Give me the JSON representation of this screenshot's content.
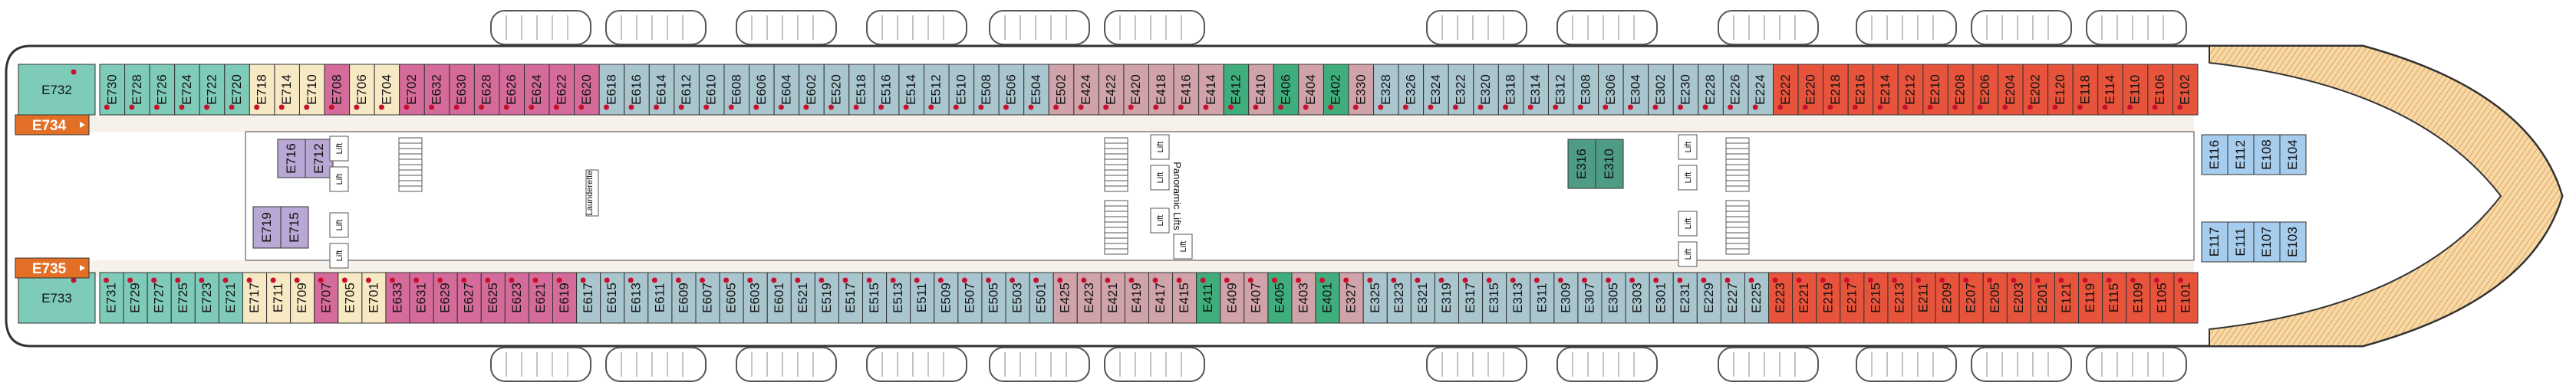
{
  "deck": {
    "top_row": [
      {
        "label": "E732",
        "cat": "teal"
      },
      {
        "label": "E730",
        "cat": "teal"
      },
      {
        "label": "E728",
        "cat": "teal"
      },
      {
        "label": "E726",
        "cat": "teal"
      },
      {
        "label": "E724",
        "cat": "teal"
      },
      {
        "label": "E722",
        "cat": "teal"
      },
      {
        "label": "E720",
        "cat": "teal"
      },
      {
        "label": "E718",
        "cat": "cream"
      },
      {
        "label": "E714",
        "cat": "cream"
      },
      {
        "label": "E710",
        "cat": "cream"
      },
      {
        "label": "E708",
        "cat": "pink"
      },
      {
        "label": "E706",
        "cat": "cream"
      },
      {
        "label": "E704",
        "cat": "cream"
      },
      {
        "label": "E702",
        "cat": "pink"
      },
      {
        "label": "E632",
        "cat": "pink"
      },
      {
        "label": "E630",
        "cat": "pink"
      },
      {
        "label": "E628",
        "cat": "pink"
      },
      {
        "label": "E626",
        "cat": "pink"
      },
      {
        "label": "E624",
        "cat": "pink"
      },
      {
        "label": "E622",
        "cat": "pink"
      },
      {
        "label": "E620",
        "cat": "pink"
      },
      {
        "label": "E618",
        "cat": "blue"
      },
      {
        "label": "E616",
        "cat": "blue"
      },
      {
        "label": "E614",
        "cat": "blue"
      },
      {
        "label": "E612",
        "cat": "blue"
      },
      {
        "label": "E610",
        "cat": "blue"
      },
      {
        "label": "E608",
        "cat": "blue"
      },
      {
        "label": "E606",
        "cat": "blue"
      },
      {
        "label": "E604",
        "cat": "blue"
      },
      {
        "label": "E602",
        "cat": "blue"
      },
      {
        "label": "E520",
        "cat": "blue"
      },
      {
        "label": "E518",
        "cat": "blue"
      },
      {
        "label": "E516",
        "cat": "blue"
      },
      {
        "label": "E514",
        "cat": "blue"
      },
      {
        "label": "E512",
        "cat": "blue"
      },
      {
        "label": "E510",
        "cat": "blue"
      },
      {
        "label": "E508",
        "cat": "blue"
      },
      {
        "label": "E506",
        "cat": "blue"
      },
      {
        "label": "E504",
        "cat": "blue"
      },
      {
        "label": "E502",
        "cat": "rose"
      },
      {
        "label": "E424",
        "cat": "rose"
      },
      {
        "label": "E422",
        "cat": "rose"
      },
      {
        "label": "E420",
        "cat": "rose"
      },
      {
        "label": "E418",
        "cat": "rose"
      },
      {
        "label": "E416",
        "cat": "rose"
      },
      {
        "label": "E414",
        "cat": "rose"
      },
      {
        "label": "E412",
        "cat": "green"
      },
      {
        "label": "E410",
        "cat": "rose"
      },
      {
        "label": "E406",
        "cat": "green"
      },
      {
        "label": "E404",
        "cat": "rose"
      },
      {
        "label": "E402",
        "cat": "green"
      },
      {
        "label": "E330",
        "cat": "rose"
      },
      {
        "label": "E328",
        "cat": "blue"
      },
      {
        "label": "E326",
        "cat": "blue"
      },
      {
        "label": "E324",
        "cat": "blue"
      },
      {
        "label": "E322",
        "cat": "blue"
      },
      {
        "label": "E320",
        "cat": "blue"
      },
      {
        "label": "E318",
        "cat": "blue"
      },
      {
        "label": "E314",
        "cat": "blue"
      },
      {
        "label": "E312",
        "cat": "blue"
      },
      {
        "label": "E308",
        "cat": "blue"
      },
      {
        "label": "E306",
        "cat": "blue"
      },
      {
        "label": "E304",
        "cat": "blue"
      },
      {
        "label": "E302",
        "cat": "blue"
      },
      {
        "label": "E230",
        "cat": "blue"
      },
      {
        "label": "E228",
        "cat": "blue"
      },
      {
        "label": "E226",
        "cat": "blue"
      },
      {
        "label": "E224",
        "cat": "blue"
      },
      {
        "label": "E222",
        "cat": "red"
      },
      {
        "label": "E220",
        "cat": "red"
      },
      {
        "label": "E218",
        "cat": "red"
      },
      {
        "label": "E216",
        "cat": "red"
      },
      {
        "label": "E214",
        "cat": "red"
      },
      {
        "label": "E212",
        "cat": "red"
      },
      {
        "label": "E210",
        "cat": "red"
      },
      {
        "label": "E208",
        "cat": "red"
      },
      {
        "label": "E206",
        "cat": "red"
      },
      {
        "label": "E204",
        "cat": "red"
      },
      {
        "label": "E202",
        "cat": "red"
      },
      {
        "label": "E120",
        "cat": "red"
      },
      {
        "label": "E118",
        "cat": "red"
      },
      {
        "label": "E114",
        "cat": "red"
      },
      {
        "label": "E110",
        "cat": "red"
      },
      {
        "label": "E106",
        "cat": "red"
      },
      {
        "label": "E102",
        "cat": "red"
      }
    ],
    "bottom_row": [
      {
        "label": "E733",
        "cat": "teal"
      },
      {
        "label": "E731",
        "cat": "teal"
      },
      {
        "label": "E729",
        "cat": "teal"
      },
      {
        "label": "E727",
        "cat": "teal"
      },
      {
        "label": "E725",
        "cat": "teal"
      },
      {
        "label": "E723",
        "cat": "teal"
      },
      {
        "label": "E721",
        "cat": "teal"
      },
      {
        "label": "E717",
        "cat": "cream"
      },
      {
        "label": "E711",
        "cat": "cream"
      },
      {
        "label": "E709",
        "cat": "cream"
      },
      {
        "label": "E707",
        "cat": "pink"
      },
      {
        "label": "E705",
        "cat": "cream"
      },
      {
        "label": "E701",
        "cat": "cream"
      },
      {
        "label": "E633",
        "cat": "pink"
      },
      {
        "label": "E631",
        "cat": "pink"
      },
      {
        "label": "E629",
        "cat": "pink"
      },
      {
        "label": "E627",
        "cat": "pink"
      },
      {
        "label": "E625",
        "cat": "pink"
      },
      {
        "label": "E623",
        "cat": "pink"
      },
      {
        "label": "E621",
        "cat": "pink"
      },
      {
        "label": "E619",
        "cat": "pink"
      },
      {
        "label": "E617",
        "cat": "blue"
      },
      {
        "label": "E615",
        "cat": "blue"
      },
      {
        "label": "E613",
        "cat": "blue"
      },
      {
        "label": "E611",
        "cat": "blue"
      },
      {
        "label": "E609",
        "cat": "blue"
      },
      {
        "label": "E607",
        "cat": "blue"
      },
      {
        "label": "E605",
        "cat": "blue"
      },
      {
        "label": "E603",
        "cat": "blue"
      },
      {
        "label": "E601",
        "cat": "blue"
      },
      {
        "label": "E521",
        "cat": "blue"
      },
      {
        "label": "E519",
        "cat": "blue"
      },
      {
        "label": "E517",
        "cat": "blue"
      },
      {
        "label": "E515",
        "cat": "blue"
      },
      {
        "label": "E513",
        "cat": "blue"
      },
      {
        "label": "E511",
        "cat": "blue"
      },
      {
        "label": "E509",
        "cat": "blue"
      },
      {
        "label": "E507",
        "cat": "blue"
      },
      {
        "label": "E505",
        "cat": "blue"
      },
      {
        "label": "E503",
        "cat": "blue"
      },
      {
        "label": "E501",
        "cat": "blue"
      },
      {
        "label": "E425",
        "cat": "rose"
      },
      {
        "label": "E423",
        "cat": "rose"
      },
      {
        "label": "E421",
        "cat": "rose"
      },
      {
        "label": "E419",
        "cat": "rose"
      },
      {
        "label": "E417",
        "cat": "rose"
      },
      {
        "label": "E415",
        "cat": "rose"
      },
      {
        "label": "E411",
        "cat": "green"
      },
      {
        "label": "E409",
        "cat": "rose"
      },
      {
        "label": "E407",
        "cat": "rose"
      },
      {
        "label": "E405",
        "cat": "green"
      },
      {
        "label": "E403",
        "cat": "rose"
      },
      {
        "label": "E401",
        "cat": "green"
      },
      {
        "label": "E327",
        "cat": "rose"
      },
      {
        "label": "E325",
        "cat": "blue"
      },
      {
        "label": "E323",
        "cat": "blue"
      },
      {
        "label": "E321",
        "cat": "blue"
      },
      {
        "label": "E319",
        "cat": "blue"
      },
      {
        "label": "E317",
        "cat": "blue"
      },
      {
        "label": "E315",
        "cat": "blue"
      },
      {
        "label": "E313",
        "cat": "blue"
      },
      {
        "label": "E311",
        "cat": "blue"
      },
      {
        "label": "E309",
        "cat": "blue"
      },
      {
        "label": "E307",
        "cat": "blue"
      },
      {
        "label": "E305",
        "cat": "blue"
      },
      {
        "label": "E303",
        "cat": "blue"
      },
      {
        "label": "E301",
        "cat": "blue"
      },
      {
        "label": "E231",
        "cat": "blue"
      },
      {
        "label": "E229",
        "cat": "blue"
      },
      {
        "label": "E227",
        "cat": "blue"
      },
      {
        "label": "E225",
        "cat": "blue"
      },
      {
        "label": "E223",
        "cat": "red"
      },
      {
        "label": "E221",
        "cat": "red"
      },
      {
        "label": "E219",
        "cat": "red"
      },
      {
        "label": "E217",
        "cat": "red"
      },
      {
        "label": "E215",
        "cat": "red"
      },
      {
        "label": "E213",
        "cat": "red"
      },
      {
        "label": "E211",
        "cat": "red"
      },
      {
        "label": "E209",
        "cat": "red"
      },
      {
        "label": "E207",
        "cat": "red"
      },
      {
        "label": "E205",
        "cat": "red"
      },
      {
        "label": "E203",
        "cat": "red"
      },
      {
        "label": "E201",
        "cat": "red"
      },
      {
        "label": "E121",
        "cat": "red"
      },
      {
        "label": "E119",
        "cat": "red"
      },
      {
        "label": "E115",
        "cat": "red"
      },
      {
        "label": "E109",
        "cat": "red"
      },
      {
        "label": "E105",
        "cat": "red"
      },
      {
        "label": "E101",
        "cat": "red"
      }
    ],
    "inner_cabins": [
      {
        "label": "E716",
        "cat": "lilac"
      },
      {
        "label": "E712",
        "cat": "lilac"
      },
      {
        "label": "E719",
        "cat": "lilac"
      },
      {
        "label": "E715",
        "cat": "lilac"
      },
      {
        "label": "E316",
        "cat": "darkgreen"
      },
      {
        "label": "E310",
        "cat": "darkgreen"
      },
      {
        "label": "E116",
        "cat": "lightblue"
      },
      {
        "label": "E112",
        "cat": "lightblue"
      },
      {
        "label": "E108",
        "cat": "lightblue"
      },
      {
        "label": "E104",
        "cat": "lightblue"
      },
      {
        "label": "E117",
        "cat": "lightblue"
      },
      {
        "label": "E111",
        "cat": "lightblue"
      },
      {
        "label": "E107",
        "cat": "lightblue"
      },
      {
        "label": "E103",
        "cat": "lightblue"
      }
    ],
    "tags": {
      "top": "E734",
      "bottom": "E735"
    },
    "labels": {
      "lift": "Lift",
      "panoramic": "Panoramic",
      "lifts": "Lifts",
      "launderette": "Launderette"
    },
    "colors": {
      "teal": "#7fcbb9",
      "cream": "#f6e9c3",
      "pink": "#d56b9a",
      "blue": "#a9c6cf",
      "rose": "#cfa3a9",
      "green": "#3fae7c",
      "red": "#e8543b",
      "lilac": "#b9a7d6",
      "darkgreen": "#4e9b86",
      "lightblue": "#a6cdee",
      "orange": "#e36f27",
      "accessible_dot": "#c8102e"
    }
  }
}
